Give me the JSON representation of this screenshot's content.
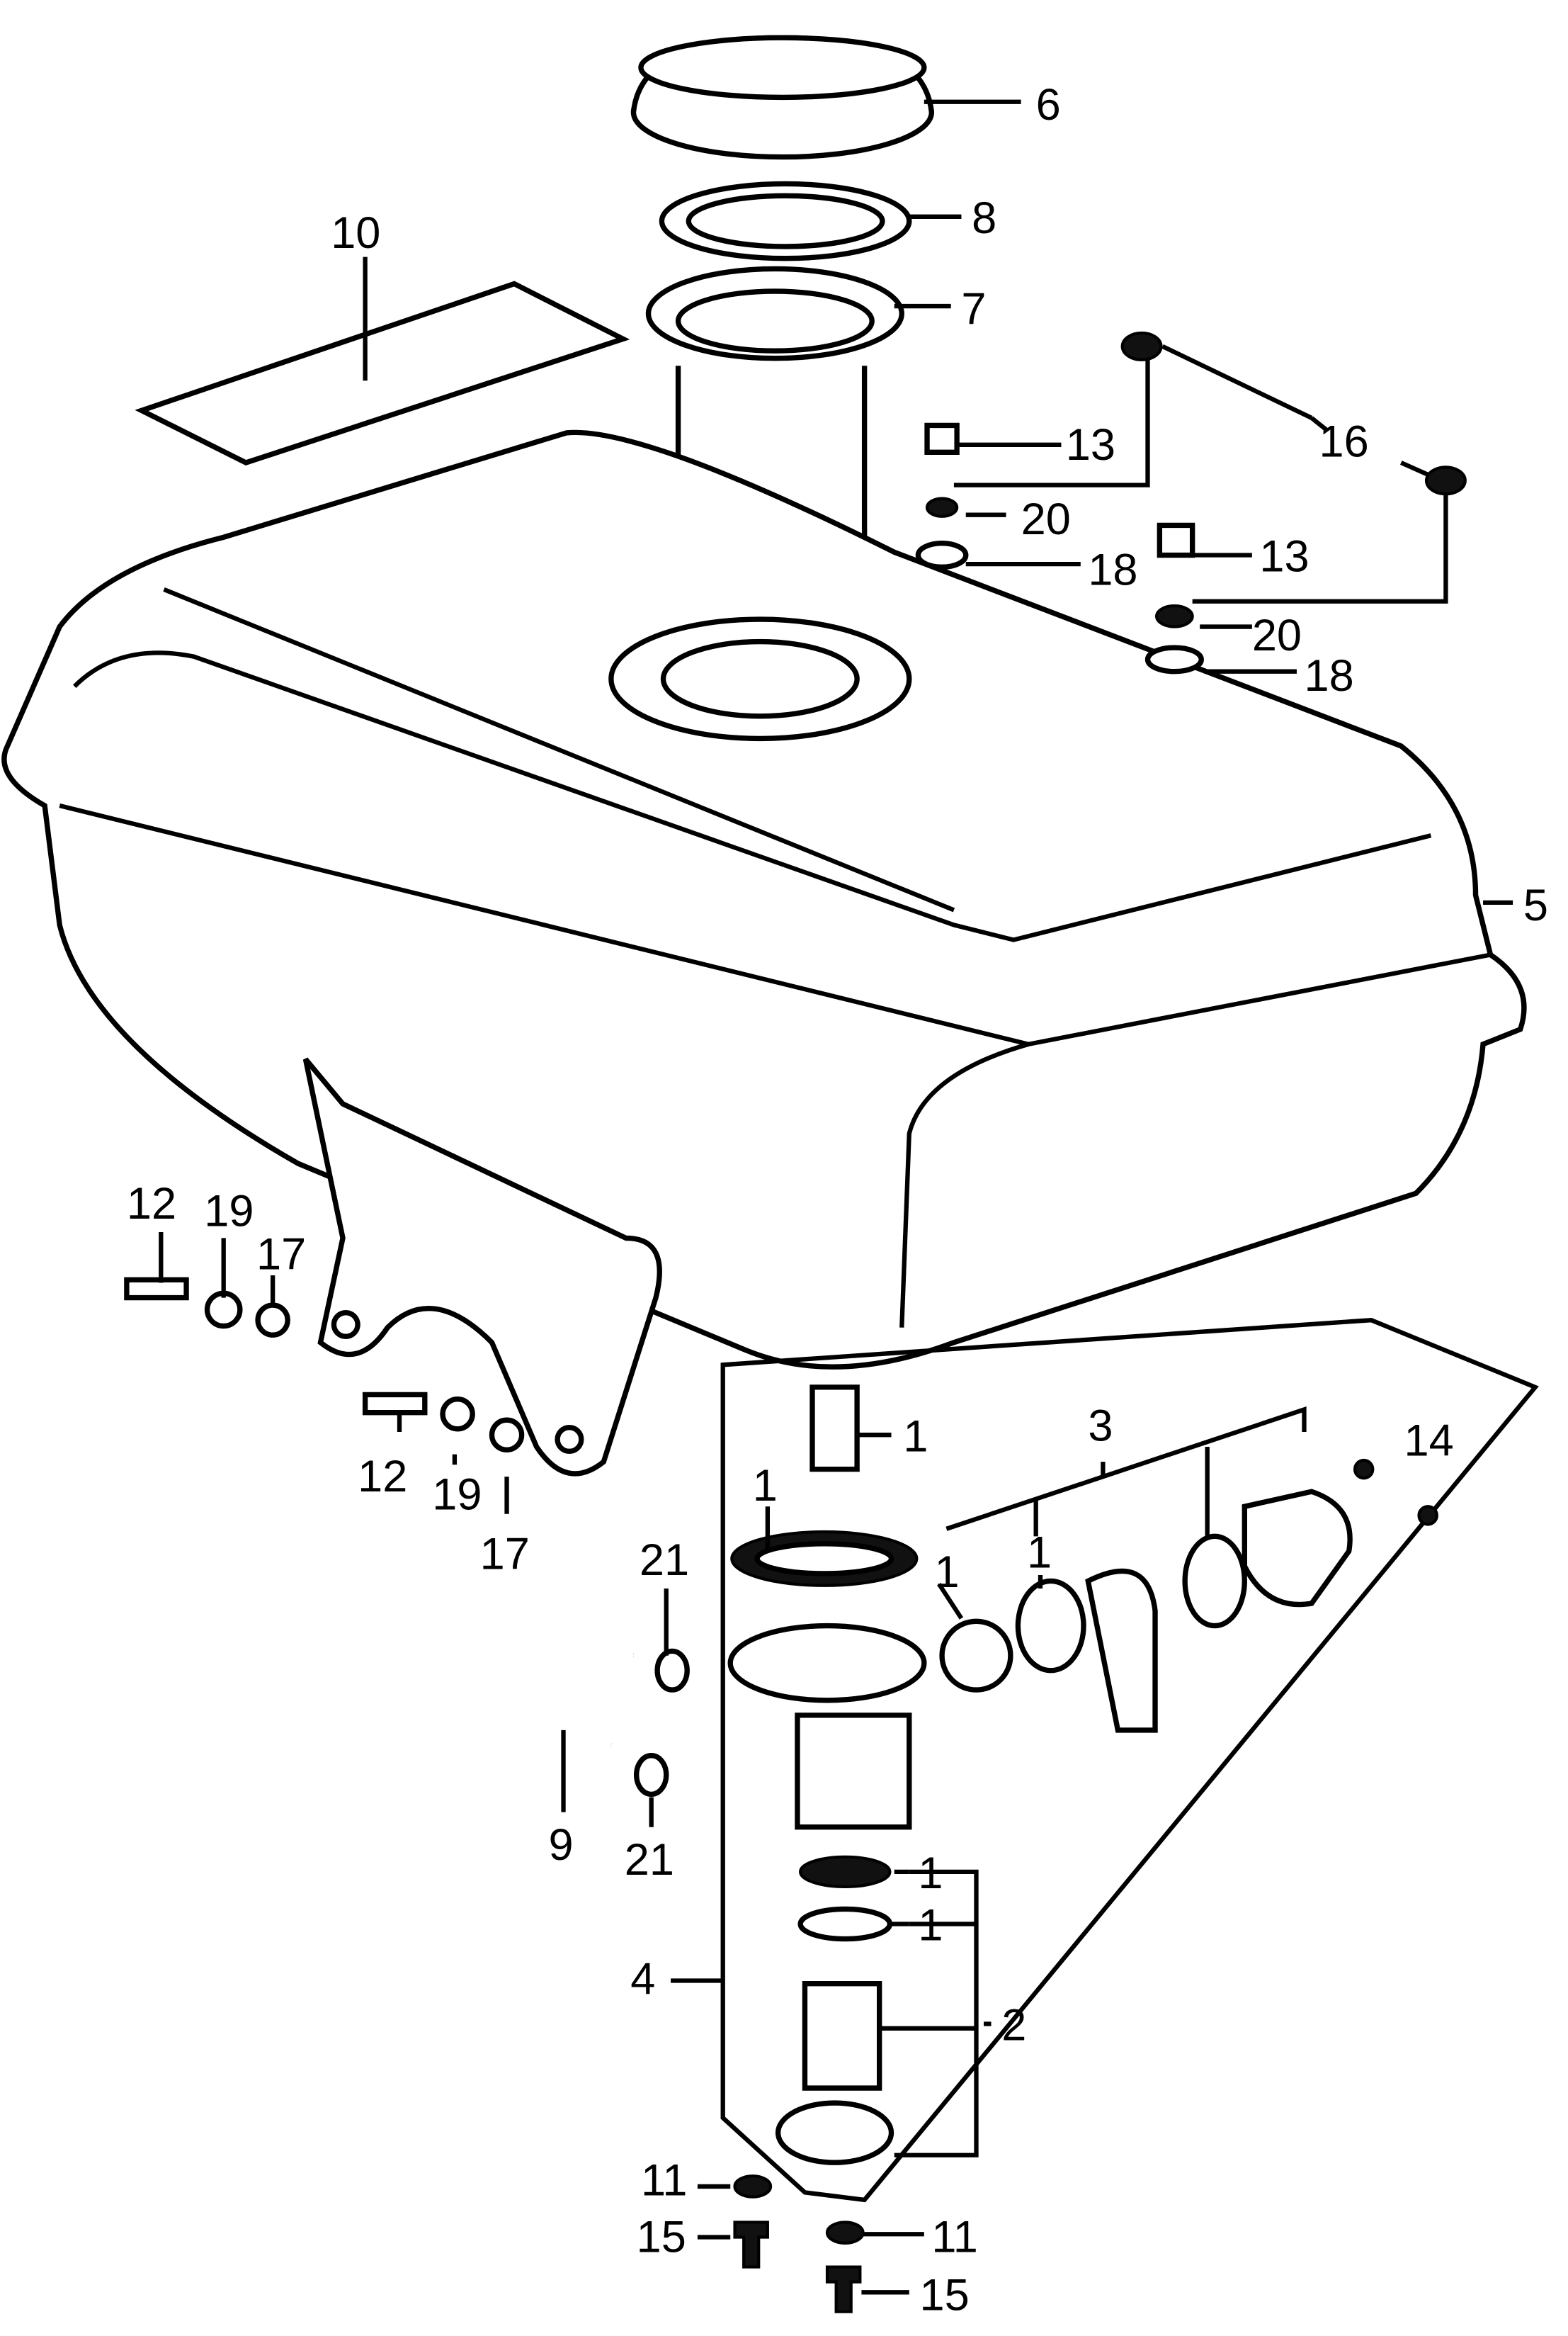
{
  "title": "Fuel tank parts diagram",
  "labels": {
    "l6": "6",
    "l8": "8",
    "l7": "7",
    "l10": "10",
    "l13a": "13",
    "l16": "16",
    "l20a": "20",
    "l18a": "18",
    "l13b": "13",
    "l20b": "20",
    "l18b": "18",
    "l5": "5",
    "l12a": "12",
    "l19a": "19",
    "l17a": "17",
    "l12b": "12",
    "l19b": "19",
    "l17b": "17",
    "l1a": "1",
    "l3": "3",
    "l14": "14",
    "l1b": "1",
    "l1c": "1",
    "l1d": "1",
    "l21a": "21",
    "l9": "9",
    "l21b": "21",
    "l1e": "1",
    "l1f": "1",
    "l4": "4",
    "l2": "2",
    "l11a": "11",
    "l15a": "15",
    "l11b": "11",
    "l15b": "15"
  }
}
